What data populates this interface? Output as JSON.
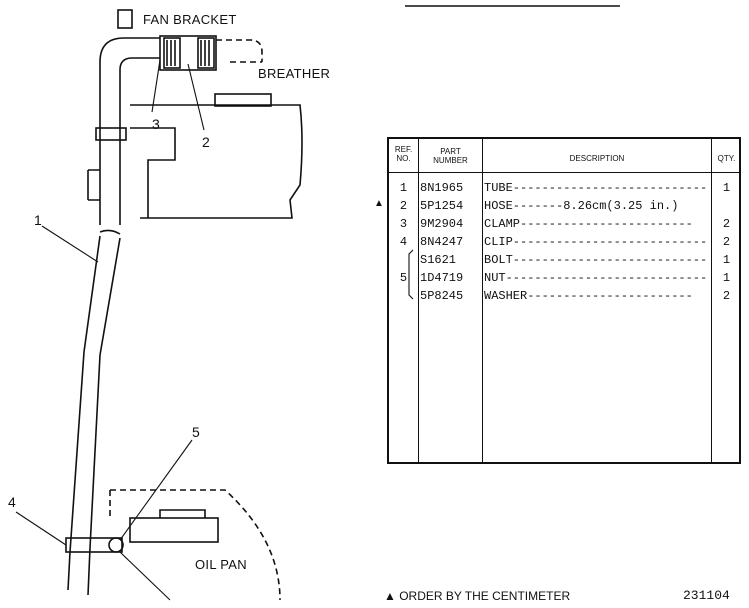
{
  "labels": {
    "fan_bracket": "FAN BRACKET",
    "breather": "BREATHER",
    "oil_pan": "OIL PAN"
  },
  "callouts": [
    "1",
    "2",
    "3",
    "4",
    "5"
  ],
  "table": {
    "headers": {
      "ref_no": [
        "REF.",
        "NO."
      ],
      "part_number": [
        "PART",
        "NUMBER"
      ],
      "description": "DESCRIPTION",
      "qty": "QTY."
    },
    "rows": [
      {
        "marker": "",
        "ref": "1",
        "part": "8N1965",
        "desc": "TUBE-------------------------------",
        "qty": "1"
      },
      {
        "marker": "▲",
        "ref": "2",
        "part": "5P1254",
        "desc": "HOSE-------8.26cm(3.25 in.)",
        "qty": ""
      },
      {
        "marker": "",
        "ref": "3",
        "part": "9M2904",
        "desc": "CLAMP------------------------",
        "qty": "2"
      },
      {
        "marker": "",
        "ref": "4",
        "part": "8N4247",
        "desc": "CLIP---------------------------",
        "qty": "2"
      },
      {
        "marker": "",
        "ref": "",
        "part": "S1621",
        "desc": "BOLT----------------------------",
        "qty": "1"
      },
      {
        "marker": "",
        "ref": "5",
        "part": "1D4719",
        "desc": "NUT-----------------------------",
        "qty": "1"
      },
      {
        "marker": "",
        "ref": "",
        "part": "5P8245",
        "desc": "WASHER-----------------------",
        "qty": "2"
      }
    ]
  },
  "footer": {
    "note": "▲ ORDER BY THE CENTIMETER",
    "drawing_number": "231104"
  }
}
